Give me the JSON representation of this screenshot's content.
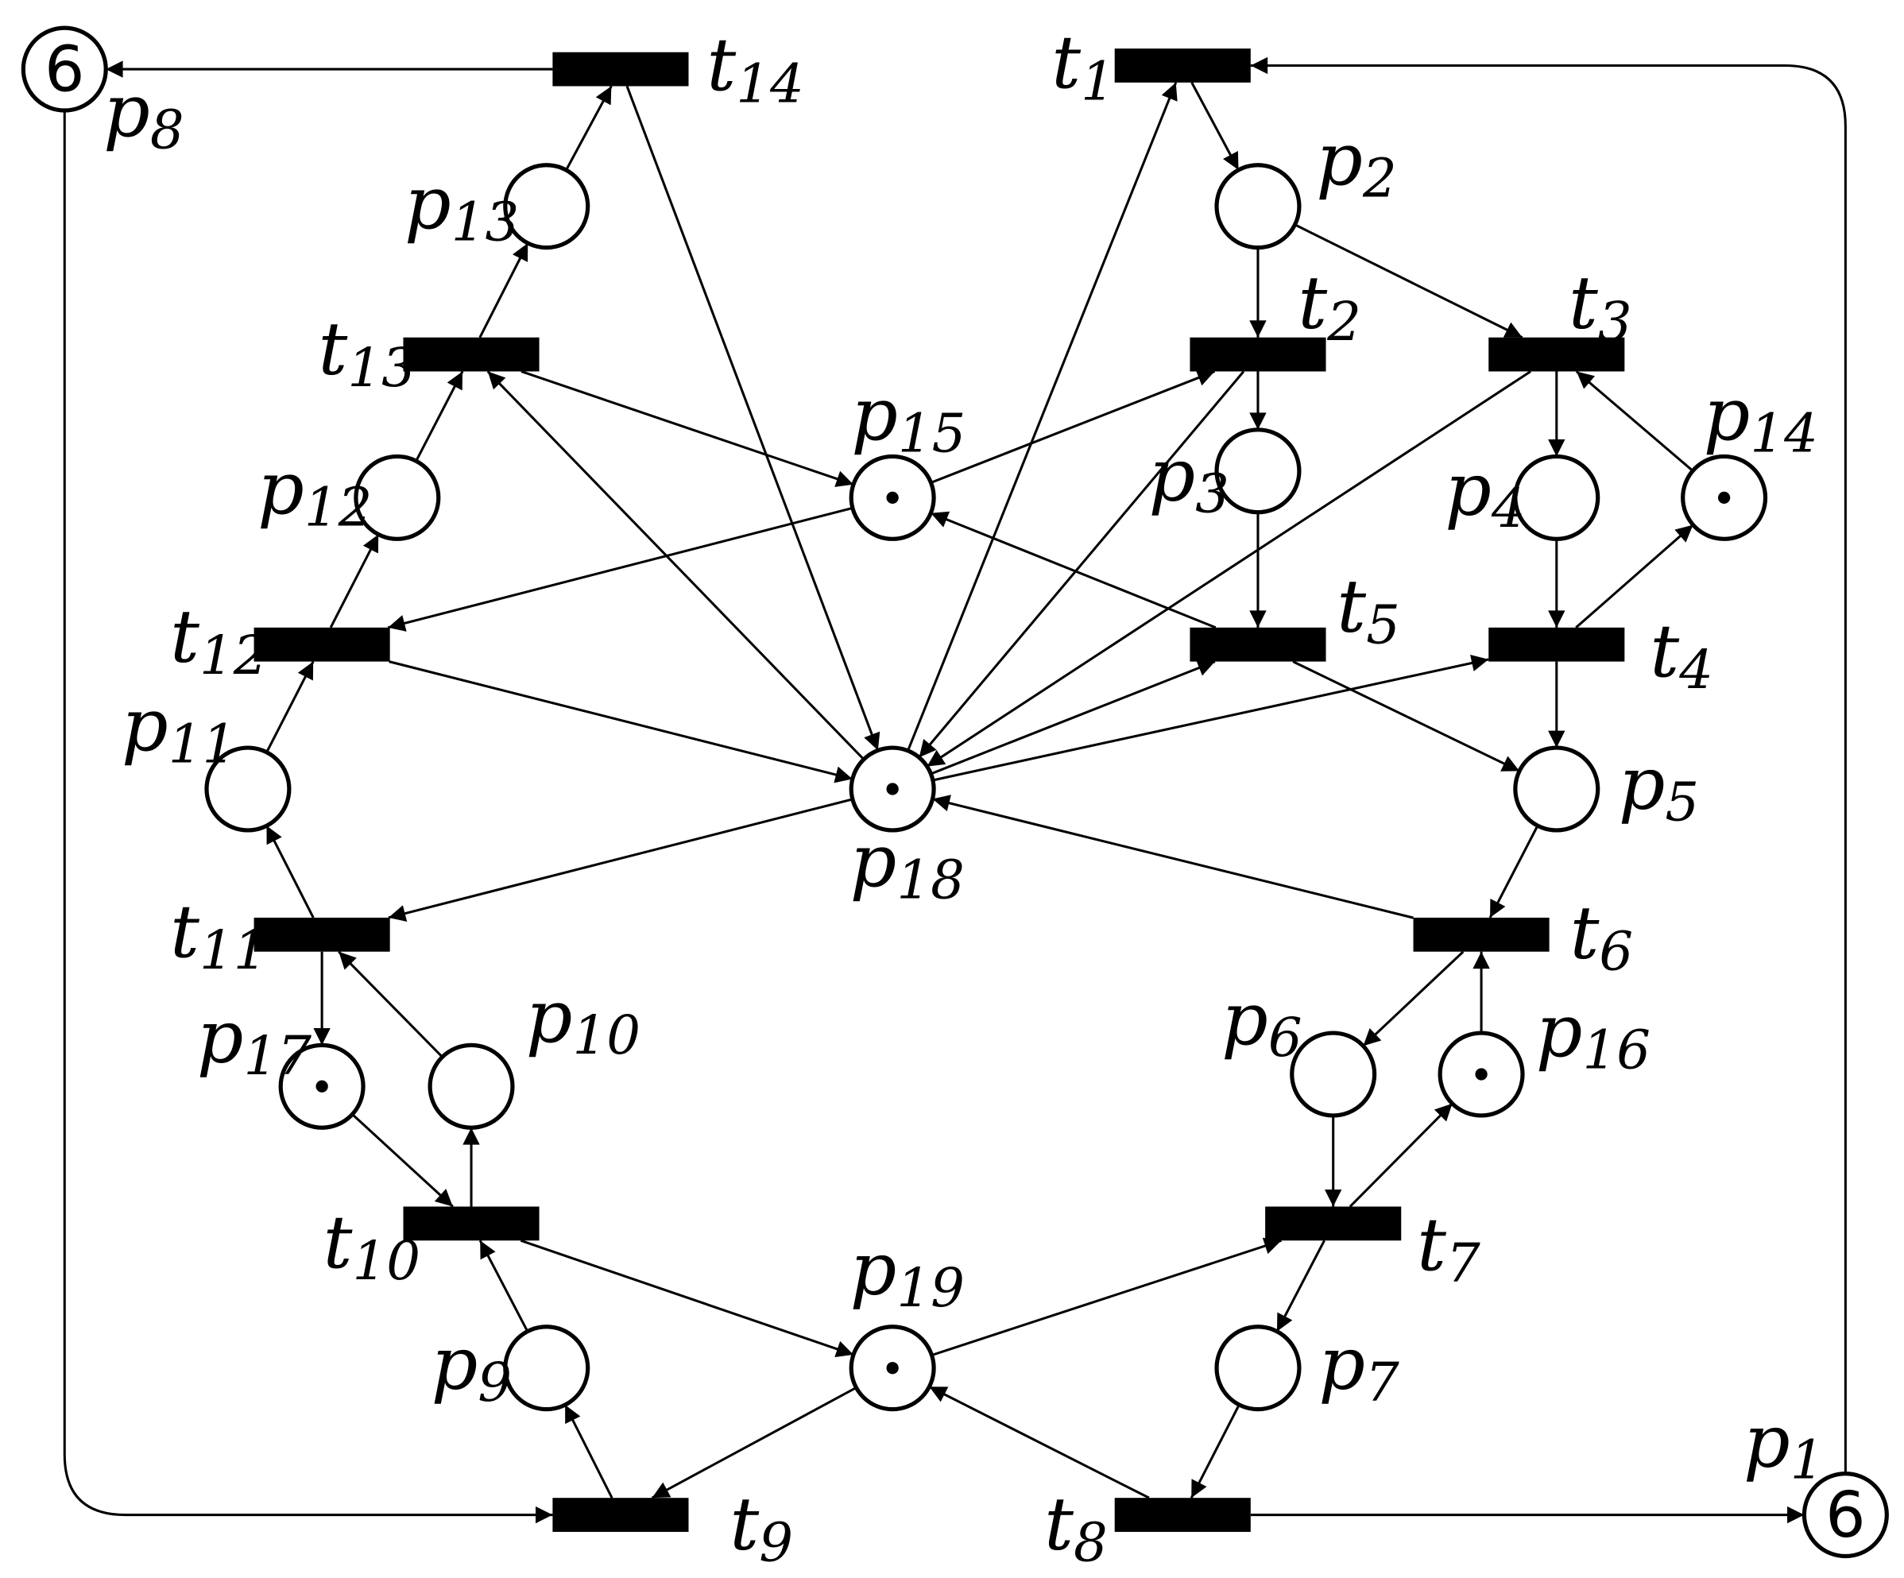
{
  "diagram": {
    "type": "petri-net",
    "places": [
      {
        "id": "p1",
        "base": "p",
        "sub": "1",
        "tokens": 6
      },
      {
        "id": "p2",
        "base": "p",
        "sub": "2",
        "tokens": 0
      },
      {
        "id": "p3",
        "base": "p",
        "sub": "3",
        "tokens": 0
      },
      {
        "id": "p4",
        "base": "p",
        "sub": "4",
        "tokens": 0
      },
      {
        "id": "p5",
        "base": "p",
        "sub": "5",
        "tokens": 0
      },
      {
        "id": "p6",
        "base": "p",
        "sub": "6",
        "tokens": 0
      },
      {
        "id": "p7",
        "base": "p",
        "sub": "7",
        "tokens": 0
      },
      {
        "id": "p8",
        "base": "p",
        "sub": "8",
        "tokens": 6
      },
      {
        "id": "p9",
        "base": "p",
        "sub": "9",
        "tokens": 0
      },
      {
        "id": "p10",
        "base": "p",
        "sub": "10",
        "tokens": 0
      },
      {
        "id": "p11",
        "base": "p",
        "sub": "11",
        "tokens": 0
      },
      {
        "id": "p12",
        "base": "p",
        "sub": "12",
        "tokens": 0
      },
      {
        "id": "p13",
        "base": "p",
        "sub": "13",
        "tokens": 0
      },
      {
        "id": "p14",
        "base": "p",
        "sub": "14",
        "tokens": 1
      },
      {
        "id": "p15",
        "base": "p",
        "sub": "15",
        "tokens": 1
      },
      {
        "id": "p16",
        "base": "p",
        "sub": "16",
        "tokens": 1
      },
      {
        "id": "p17",
        "base": "p",
        "sub": "17",
        "tokens": 1
      },
      {
        "id": "p18",
        "base": "p",
        "sub": "18",
        "tokens": 1
      },
      {
        "id": "p19",
        "base": "p",
        "sub": "19",
        "tokens": 1
      }
    ],
    "transitions": [
      {
        "id": "t1",
        "base": "t",
        "sub": "1"
      },
      {
        "id": "t2",
        "base": "t",
        "sub": "2"
      },
      {
        "id": "t3",
        "base": "t",
        "sub": "3"
      },
      {
        "id": "t4",
        "base": "t",
        "sub": "4"
      },
      {
        "id": "t5",
        "base": "t",
        "sub": "5"
      },
      {
        "id": "t6",
        "base": "t",
        "sub": "6"
      },
      {
        "id": "t7",
        "base": "t",
        "sub": "7"
      },
      {
        "id": "t8",
        "base": "t",
        "sub": "8"
      },
      {
        "id": "t9",
        "base": "t",
        "sub": "9"
      },
      {
        "id": "t10",
        "base": "t",
        "sub": "10"
      },
      {
        "id": "t11",
        "base": "t",
        "sub": "11"
      },
      {
        "id": "t12",
        "base": "t",
        "sub": "12"
      },
      {
        "id": "t13",
        "base": "t",
        "sub": "13"
      },
      {
        "id": "t14",
        "base": "t",
        "sub": "14"
      }
    ],
    "arcs": [
      [
        "p1",
        "t1"
      ],
      [
        "t1",
        "p2"
      ],
      [
        "p18",
        "t1"
      ],
      [
        "p2",
        "t2"
      ],
      [
        "p15",
        "t2"
      ],
      [
        "t2",
        "p3"
      ],
      [
        "t2",
        "p18"
      ],
      [
        "p2",
        "t3"
      ],
      [
        "p14",
        "t3"
      ],
      [
        "t3",
        "p4"
      ],
      [
        "t3",
        "p18"
      ],
      [
        "p4",
        "t4"
      ],
      [
        "p18",
        "t4"
      ],
      [
        "t4",
        "p5"
      ],
      [
        "t4",
        "p14"
      ],
      [
        "p3",
        "t5"
      ],
      [
        "p18",
        "t5"
      ],
      [
        "t5",
        "p5"
      ],
      [
        "t5",
        "p15"
      ],
      [
        "p5",
        "t6"
      ],
      [
        "p16",
        "t6"
      ],
      [
        "t6",
        "p6"
      ],
      [
        "t6",
        "p18"
      ],
      [
        "p6",
        "t7"
      ],
      [
        "p19",
        "t7"
      ],
      [
        "t7",
        "p7"
      ],
      [
        "t7",
        "p16"
      ],
      [
        "p7",
        "t8"
      ],
      [
        "t8",
        "p1"
      ],
      [
        "t8",
        "p19"
      ],
      [
        "p8",
        "t9"
      ],
      [
        "p19",
        "t9"
      ],
      [
        "t9",
        "p9"
      ],
      [
        "p9",
        "t10"
      ],
      [
        "p17",
        "t10"
      ],
      [
        "t10",
        "p10"
      ],
      [
        "t10",
        "p19"
      ],
      [
        "p10",
        "t11"
      ],
      [
        "p18",
        "t11"
      ],
      [
        "t11",
        "p11"
      ],
      [
        "t11",
        "p17"
      ],
      [
        "p11",
        "t12"
      ],
      [
        "p15",
        "t12"
      ],
      [
        "t12",
        "p12"
      ],
      [
        "t12",
        "p18"
      ],
      [
        "p12",
        "t13"
      ],
      [
        "p18",
        "t13"
      ],
      [
        "t13",
        "p13"
      ],
      [
        "t13",
        "p15"
      ],
      [
        "p13",
        "t14"
      ],
      [
        "t14",
        "p8"
      ],
      [
        "t14",
        "p18"
      ]
    ]
  }
}
